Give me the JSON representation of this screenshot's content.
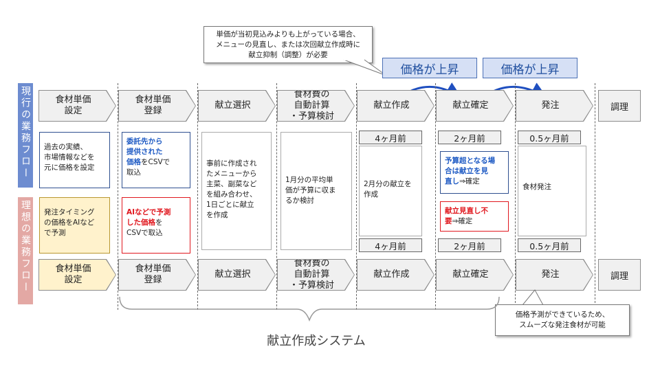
{
  "annotation_top": "単価が当初見込みよりも上がっている場合、\nメニューの見直し、または次回献立作成時に\n献立抑制（調整）が必要",
  "price_up_1": "価格が上昇",
  "price_up_2": "価格が上昇",
  "sidebar_current": "現行の業務フロー",
  "sidebar_ideal": "理想の業務フロー",
  "current_steps": [
    "食材単価\n設定",
    "食材単価\n登録",
    "献立選択",
    "食材費の\n自動計算\n・予算検討",
    "献立作成",
    "献立確定",
    "発注",
    "調理"
  ],
  "ideal_steps": [
    "食材単価\n設定",
    "食材単価\n登録",
    "献立選択",
    "食材費の\n自動計算\n・予算検討",
    "献立作成",
    "献立確定",
    "発注",
    "調理"
  ],
  "timing_top": [
    "4ヶ月前",
    "2ヶ月前",
    "0.5ヶ月前"
  ],
  "timing_bottom": [
    "4ヶ月前",
    "2ヶ月前",
    "0.5ヶ月前"
  ],
  "desc": {
    "past_price": "過去の実績、\n市場情報などを\n元に価格を設定",
    "consign_bold": "委託先から\n提供された\n価格",
    "consign_rest": "をCSVで\n取込",
    "menu_select": "事前に作成され\nたメニューから\n主菜、副菜など\nを組み合わせ、\n1日ごとに献立\nを作成",
    "avg_price": "1月分の平均単\n価が予算に収ま\nるか検討",
    "two_month": "2月分の献立を\n作成",
    "budget_bold": "予算超となる場\n合は献立を見\n直し",
    "budget_rest": "⇒確定",
    "order": "食材発注",
    "ai_timing": "発注タイミング\nの価格をAIなど\nで予測",
    "ai_bold": "AIなどで予測\nした価格",
    "ai_rest": "を\nCSVで取込",
    "no_review_bold": "献立見直し不\n要",
    "no_review_rest": "⇒確定"
  },
  "annotation_bottom": "価格予測ができているため、\nスムーズな発注食材が可能",
  "system_label": "献立作成システム",
  "colors": {
    "sidebar_top": "#6d8cd0",
    "sidebar_bottom": "#e3a8a4",
    "accent_blue": "#1f5bc4",
    "accent_red": "#e0161d",
    "highlight": "#fff2cc"
  }
}
